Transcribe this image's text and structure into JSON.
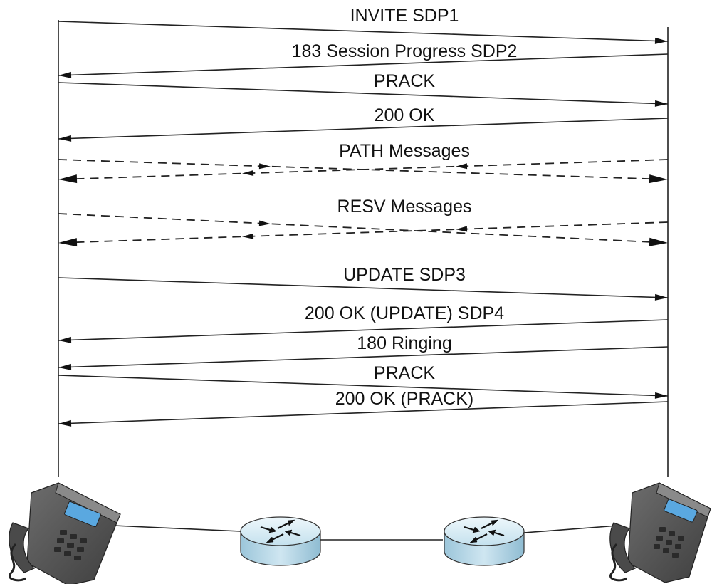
{
  "messages": [
    {
      "label": "INVITE SDP1",
      "style": "solid"
    },
    {
      "label": "183 Session Progress SDP2",
      "style": "solid"
    },
    {
      "label": "PRACK",
      "style": "solid"
    },
    {
      "label": "200 OK",
      "style": "solid"
    },
    {
      "label": "PATH Messages",
      "style": "dashed"
    },
    {
      "label": "RESV Messages",
      "style": "dashed"
    },
    {
      "label": "UPDATE SDP3",
      "style": "solid"
    },
    {
      "label": "200 OK (UPDATE) SDP4",
      "style": "solid"
    },
    {
      "label": "180 Ringing",
      "style": "solid"
    },
    {
      "label": "PRACK",
      "style": "solid"
    },
    {
      "label": "200 OK (PRACK)",
      "style": "solid"
    }
  ],
  "endpoints": {
    "left": "phone-icon",
    "right": "phone-icon"
  },
  "network": {
    "routers": [
      "router-icon",
      "router-icon"
    ]
  },
  "colors": {
    "line": "#222222",
    "phone_body": "#5a5a5a",
    "phone_dark": "#3a3a3a",
    "phone_screen": "#5aa8e0",
    "router_top": "#dceef6",
    "router_side": "#a9cfe2"
  }
}
